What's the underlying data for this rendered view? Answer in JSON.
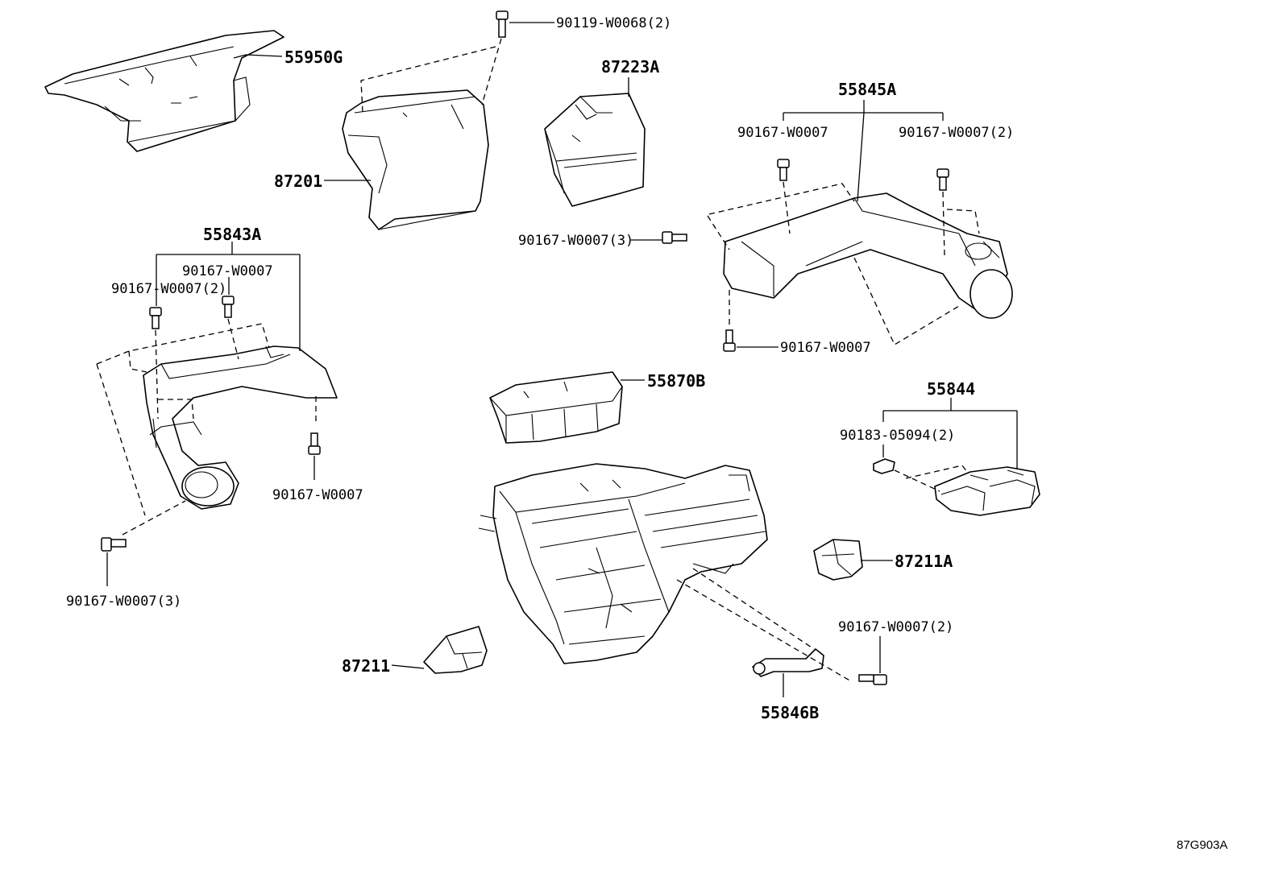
{
  "labels": {
    "p55950G": "55950G",
    "p90119": "90119-W0068(2)",
    "p87201": "87201",
    "p87223A": "87223A",
    "p55845A": "55845A",
    "p90167_a": "90167-W0007",
    "p90167_b": "90167-W0007(2)",
    "p90167_c": "90167-W0007(3)",
    "p90167_d": "90167-W0007",
    "p55843A": "55843A",
    "p90167_e": "90167-W0007",
    "p90167_f": "90167-W0007(2)",
    "p90167_g": "90167-W0007",
    "p90167_h": "90167-W0007(3)",
    "p55870B": "55870B",
    "p55844": "55844",
    "p90183": "90183-05094(2)",
    "p87211A": "87211A",
    "p90167_i": "90167-W0007(2)",
    "p87211": "87211",
    "p55846B": "55846B"
  },
  "figure_ref": "87G903A"
}
